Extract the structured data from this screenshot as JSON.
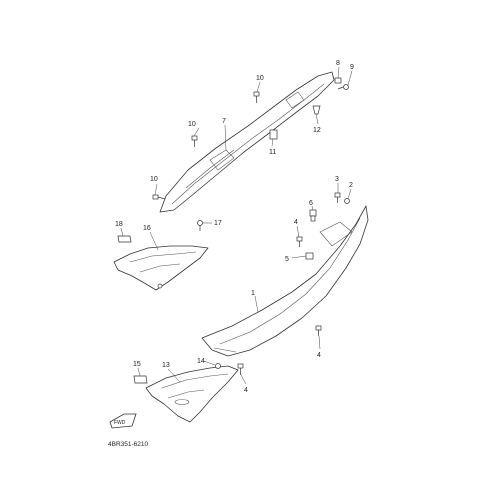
{
  "diagram": {
    "code": "4BR351-6210",
    "fwd_label": "FWD"
  },
  "callouts": [
    "10",
    "8",
    "9",
    "7",
    "10",
    "12",
    "11",
    "10",
    "3",
    "2",
    "6",
    "4",
    "18",
    "17",
    "16",
    "5",
    "1",
    "4",
    "15",
    "13",
    "14",
    "4"
  ]
}
